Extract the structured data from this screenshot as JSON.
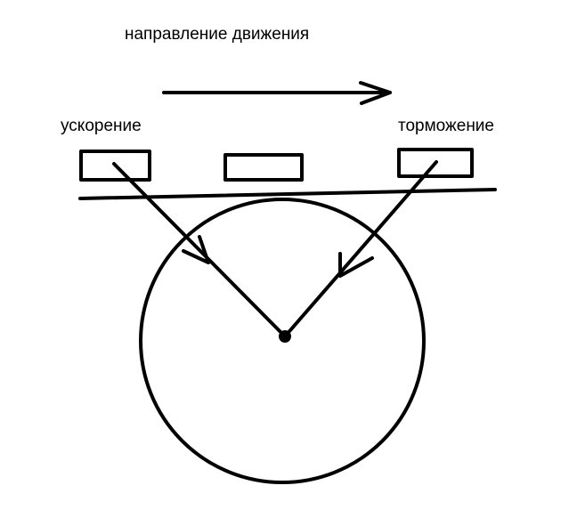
{
  "title": "направление движения",
  "labels": {
    "acceleration": "ускорение",
    "braking": "торможение"
  },
  "colors": {
    "stroke": "#000000",
    "background": "#ffffff"
  }
}
